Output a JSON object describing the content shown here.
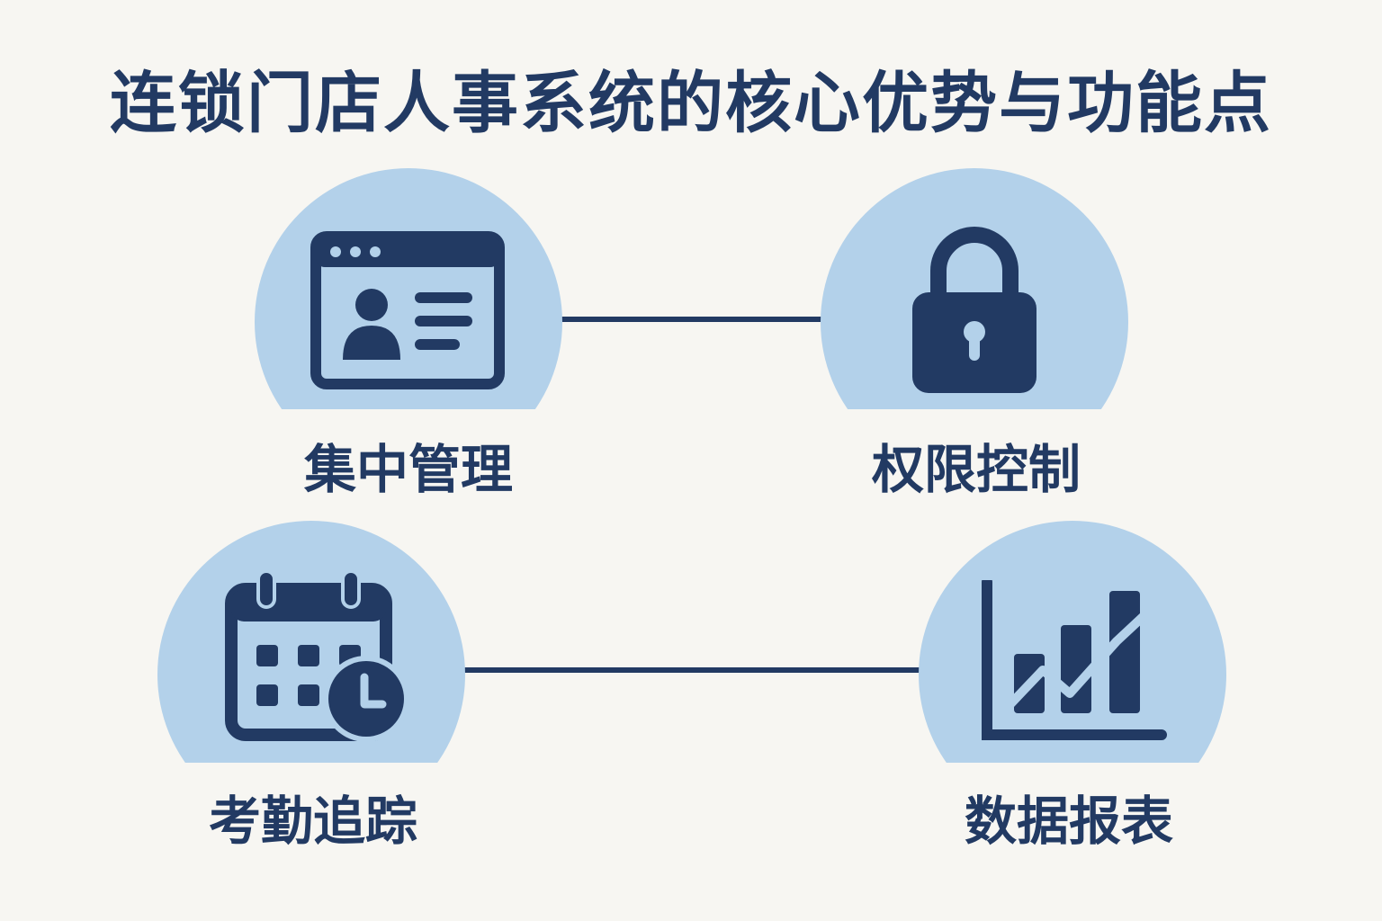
{
  "title": "连锁门店人事系统的核心优势与功能点",
  "colors": {
    "background": "#f7f6f2",
    "circle": "#b3d1ea",
    "accent": "#223a63"
  },
  "features": [
    {
      "label": "集中管理",
      "icon": "profile-window-icon"
    },
    {
      "label": "权限控制",
      "icon": "lock-icon"
    },
    {
      "label": "考勤追踪",
      "icon": "calendar-clock-icon"
    },
    {
      "label": "数据报表",
      "icon": "bar-chart-icon"
    }
  ]
}
